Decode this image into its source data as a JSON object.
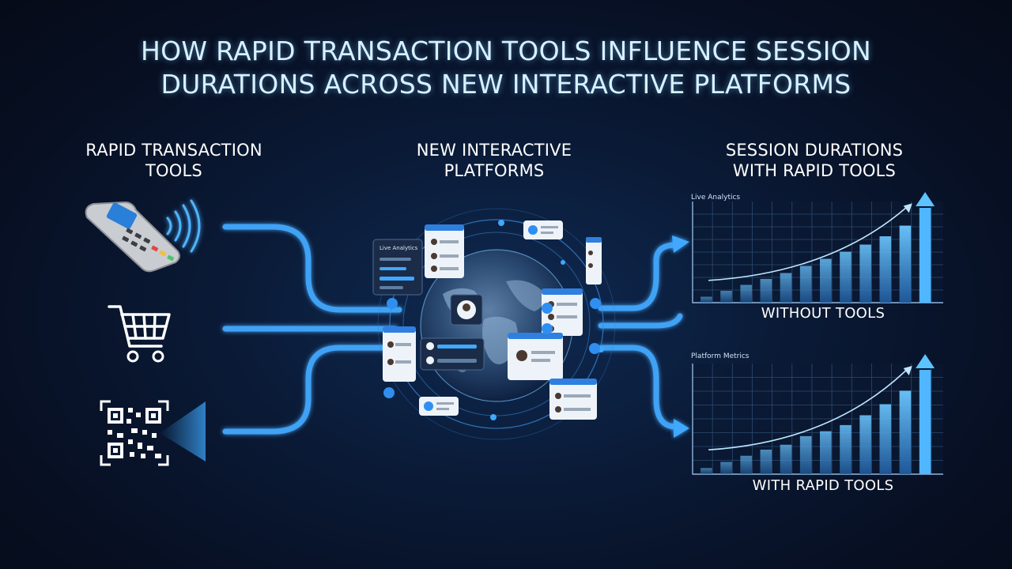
{
  "title_line1": "HOW RAPID TRANSACTION TOOLS INFLUENCE SESSION",
  "title_line2": "DURATIONS ACROSS NEW INTERACTIVE PLATFORMS",
  "columns": {
    "left": [
      "RAPID TRANSACTION",
      "TOOLS"
    ],
    "middle": [
      "NEW INTERACTIVE",
      "PLATFORMS"
    ],
    "right": [
      "SESSION DURATIONS",
      "WITH RAPID TOOLS"
    ]
  },
  "tools": [
    {
      "icon": "card-terminal-icon"
    },
    {
      "icon": "shopping-cart-icon"
    },
    {
      "icon": "qr-code-icon"
    }
  ],
  "globe_card_label": "Live Analytics",
  "colors": {
    "accent": "#3fa9ff",
    "glow": "#5cc3ff",
    "bar_top": "#5ab8ff",
    "bar_bottom": "#1d4f8f"
  },
  "chart_data": [
    {
      "type": "bar",
      "panel_label": "Live Analytics",
      "caption": "WITHOUT TOOLS",
      "values": [
        1,
        2,
        3,
        4,
        5,
        6.2,
        7.4,
        8.6,
        9.8,
        11.2,
        13,
        16
      ],
      "trend": "rising",
      "grid": true
    },
    {
      "type": "bar",
      "panel_label": "Platform Metrics",
      "caption": "WITH RAPID TOOLS",
      "values": [
        1,
        2,
        3,
        4,
        4.8,
        6.2,
        7,
        8,
        9.6,
        11.4,
        13.6,
        17
      ],
      "trend": "rising",
      "grid": true
    }
  ]
}
